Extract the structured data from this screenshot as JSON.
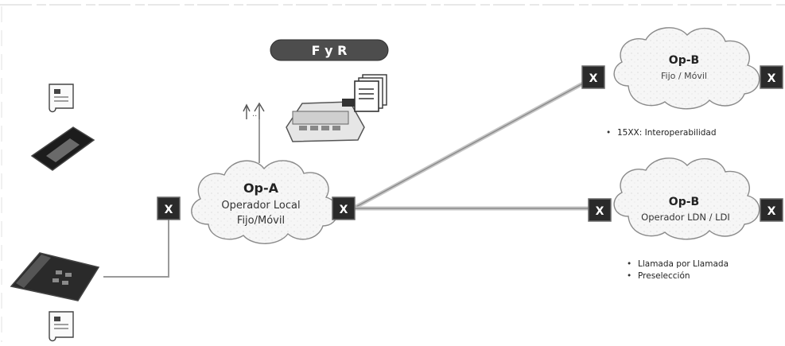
{
  "badge": {
    "label": "F y R"
  },
  "op_a": {
    "name": "Op-A",
    "line1": "Operador Local",
    "line2": "Fijo/Móvil"
  },
  "op_b_top": {
    "name": "Op-B",
    "line1": "Fijo / Móvil"
  },
  "op_b_bottom": {
    "name": "Op-B",
    "line1": "Operador LDN / LDI"
  },
  "switch_label": "X",
  "notes_top": [
    "15XX: Interoperabilidad"
  ],
  "notes_bottom": [
    "Llamada por Llamada",
    "Preselección"
  ],
  "colors": {
    "switch": "#2a2a2a",
    "badge": "#4d4d4d",
    "cloud_fill": "#f4f4f4",
    "cloud_stroke": "#8a8a8a",
    "link": "#999999"
  },
  "icons": [
    "document-icon",
    "smartphone-icon",
    "desk-phone-icon",
    "antenna-icon",
    "cash-register-icon",
    "invoice-stack-icon"
  ]
}
